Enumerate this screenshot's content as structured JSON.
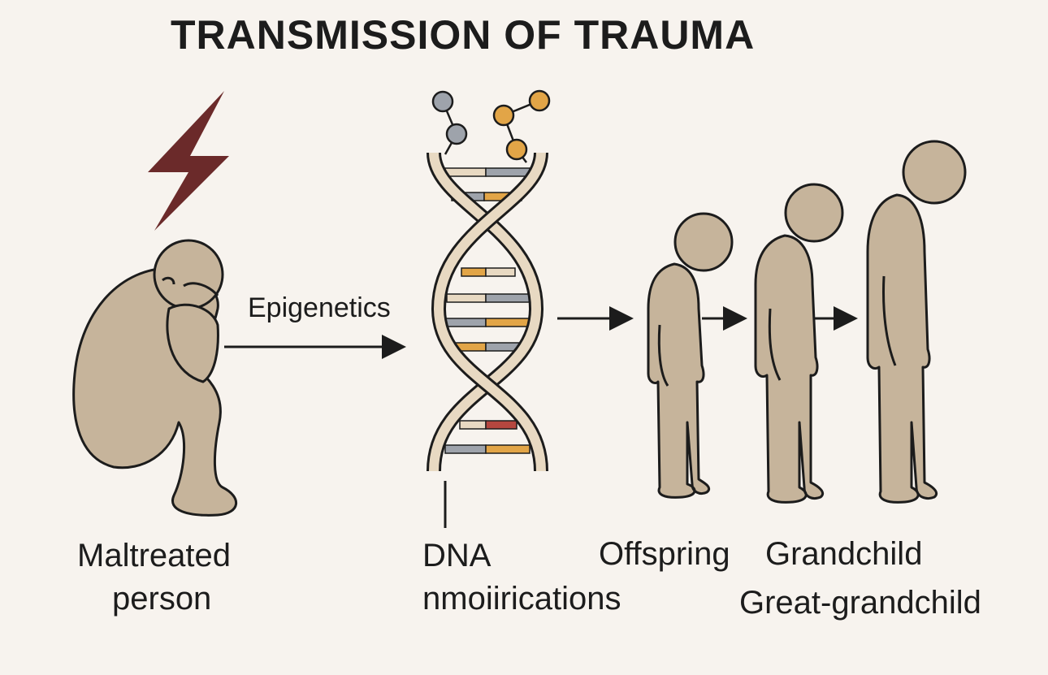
{
  "title": "TRANSMISSION OF TRAUMA",
  "edge_label": "Epigenetics",
  "nodes": {
    "person": {
      "line1": "Maltreated",
      "line2": "person"
    },
    "dna": {
      "line1": "DNA",
      "line2": "nmoiirications"
    },
    "offspring": "Offspring",
    "grandchild": "Grandchild",
    "great_grandchild": "Great-grandchild"
  },
  "colors": {
    "background": "#f7f3ee",
    "figure_fill": "#c6b49b",
    "outline": "#1c1c1c",
    "lightning": "#6b2a2a",
    "bead_gray": "#9ea3ab",
    "bead_orange": "#e2a547"
  }
}
